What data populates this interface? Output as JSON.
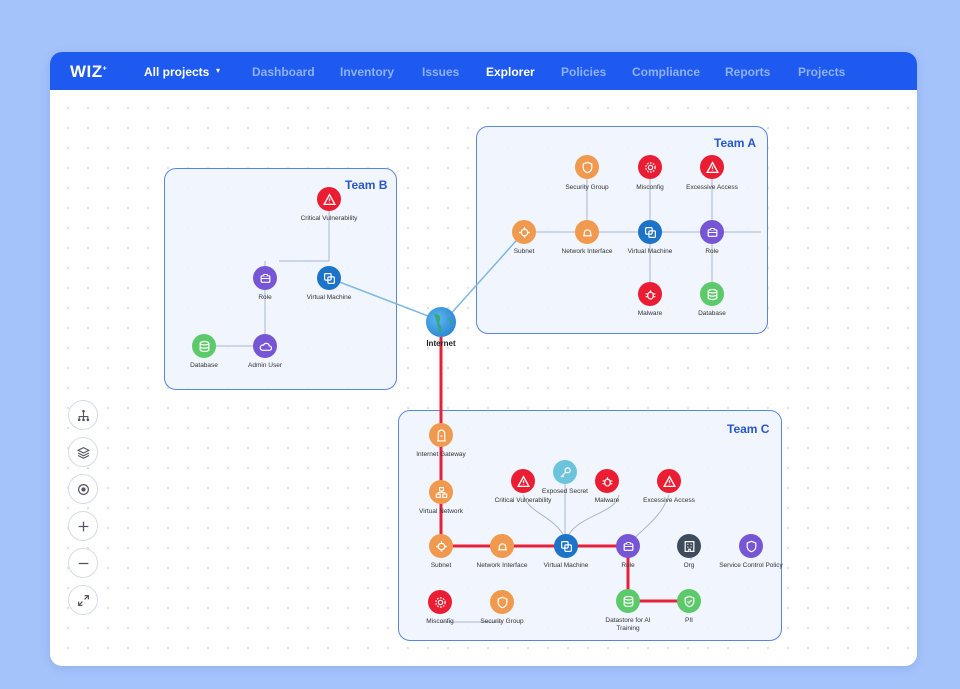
{
  "app": {
    "logo": "WIZ",
    "logo_mark": "+"
  },
  "header": {
    "project_selector": "All projects",
    "caret": "▾",
    "nav": [
      {
        "label": "Dashboard",
        "active": false
      },
      {
        "label": "Inventory",
        "active": false
      },
      {
        "label": "Issues",
        "active": false
      },
      {
        "label": "Explorer",
        "active": true
      },
      {
        "label": "Policies",
        "active": false
      },
      {
        "label": "Compliance",
        "active": false
      },
      {
        "label": "Reports",
        "active": false
      },
      {
        "label": "Projects",
        "active": false
      }
    ]
  },
  "teams": {
    "a": "Team A",
    "b": "Team B",
    "c": "Team C"
  },
  "internet": "Internet",
  "team_a": {
    "security_group": "Security Group",
    "misconfig": "Misconfig",
    "excessive_access": "Excessive Access",
    "subnet": "Subnet",
    "network_interface": "Network Interface",
    "virtual_machine": "Virtual Machine",
    "role": "Role",
    "malware": "Malware",
    "database": "Database"
  },
  "team_b": {
    "critical_vulnerability": "Critical Vulnerability",
    "role": "Role",
    "virtual_machine": "Virtual Machine",
    "database": "Database",
    "admin_user": "Admin User"
  },
  "team_c": {
    "internet_gateway": "Internet Gateway",
    "virtual_network": "Virtual Network",
    "critical_vulnerability": "Critical Vulnerability",
    "exposed_secret": "Exposed Secret",
    "malware": "Malware",
    "excessive_access": "Excessive Access",
    "subnet": "Subnet",
    "network_interface": "Network Interface",
    "virtual_machine": "Virtual Machine",
    "role": "Role",
    "org": "Org",
    "service_control_policy": "Service Control Policy",
    "misconfig": "Misconfig",
    "security_group": "Security Group",
    "datastore_ai": "Datastore for AI Training",
    "pii": "PII"
  },
  "toolbar": [
    "hierarchy-icon",
    "layers-icon",
    "focus-icon",
    "zoom-in-icon",
    "zoom-out-icon",
    "expand-icon"
  ],
  "colors": {
    "header": "#1e5aef",
    "background": "#a4c3fb",
    "team_border": "#5b86de",
    "attack_path": "#e8213a",
    "orange": "#f09a4f",
    "red": "#ea1d33",
    "blue": "#1d73c7",
    "purple": "#7756d5",
    "green": "#5cc96a"
  }
}
